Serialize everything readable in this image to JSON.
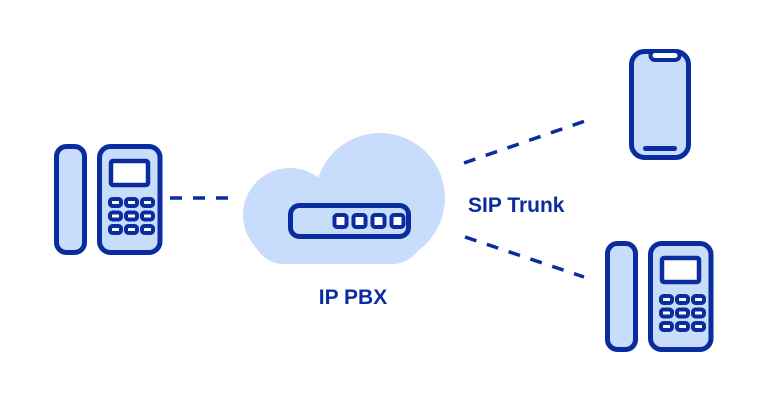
{
  "diagram": {
    "labels": {
      "ip_pbx": "IP PBX",
      "sip_trunk": "SIP Trunk"
    },
    "nodes": [
      {
        "id": "desk-phone-left",
        "icon": "desk-phone-icon"
      },
      {
        "id": "ip-pbx",
        "icon": "cloud-icon",
        "inner_icon": "pbx-server-icon",
        "label": "IP PBX"
      },
      {
        "id": "smartphone",
        "icon": "smartphone-icon"
      },
      {
        "id": "desk-phone-right",
        "icon": "desk-phone-icon"
      }
    ],
    "connections": [
      {
        "from": "desk-phone-left",
        "to": "ip-pbx",
        "style": "dashed"
      },
      {
        "from": "ip-pbx",
        "to": "smartphone",
        "style": "dashed",
        "label": "SIP Trunk"
      },
      {
        "from": "ip-pbx",
        "to": "desk-phone-right",
        "style": "dashed",
        "label": "SIP Trunk"
      }
    ]
  },
  "colors": {
    "background": "#ffffff",
    "icon_fill": "#c8dcfb",
    "icon_stroke": "#0b2c9e",
    "text": "#0b2c9e",
    "connector": "#0b2c9e"
  }
}
